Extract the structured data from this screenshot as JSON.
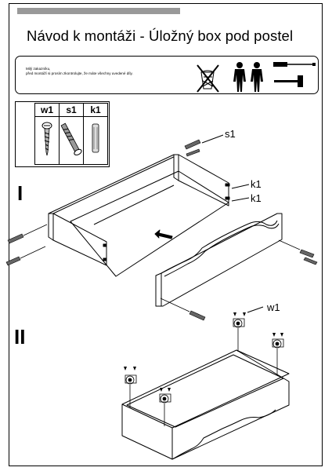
{
  "title": "Návod k montáži - Úložný box pod postel",
  "notice": {
    "line1": "Milý zakazníku,",
    "line2": "před montáží si prosím zkontrolujte, že máte všechny uvedené díly."
  },
  "icons": [
    "no-washing-icon",
    "two-persons-icon",
    "screwdriver-icon",
    "hammer-icon"
  ],
  "parts": [
    {
      "code": "w1",
      "icon": "screw-icon"
    },
    {
      "code": "s1",
      "icon": "cam-bolt-icon"
    },
    {
      "code": "k1",
      "icon": "wooden-dowel-icon"
    }
  ],
  "steps": {
    "one": {
      "number": "I",
      "labels": {
        "s1": "s1",
        "k1a": "k1",
        "k1b": "k1"
      }
    },
    "two": {
      "number": "II",
      "labels": {
        "w1": "w1"
      }
    }
  },
  "colors": {
    "banner": "#999999",
    "line": "#000000"
  }
}
